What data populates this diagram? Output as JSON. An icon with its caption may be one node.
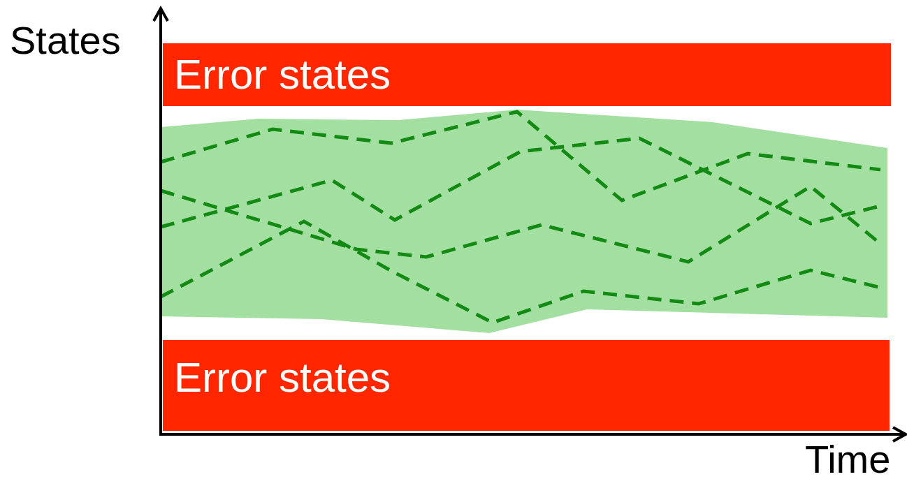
{
  "diagram": {
    "nodes": [
      {
        "text": [
          "Error states"
        ]
      },
      {
        "text": [
          "Error states"
        ]
      }
    ],
    "labels": [
      "States",
      "Time"
    ]
  }
}
